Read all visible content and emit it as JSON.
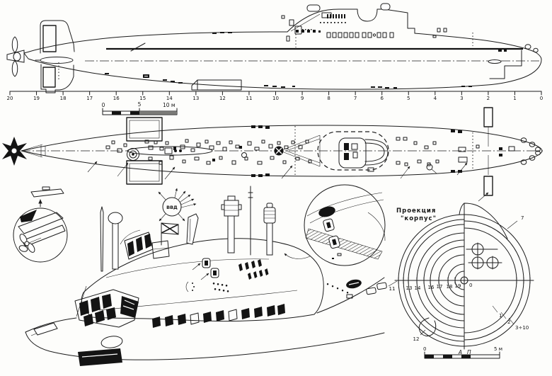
{
  "side_view": {
    "stations": [
      "20",
      "19",
      "18",
      "17",
      "16",
      "15",
      "14",
      "13",
      "12",
      "11",
      "10",
      "9",
      "8",
      "7",
      "6",
      "5",
      "4",
      "3",
      "2",
      "1",
      "0"
    ]
  },
  "scale_bar_main": {
    "zero": "0",
    "five": "5",
    "ten": "10 м"
  },
  "sail_detail": {
    "vvd_label": "ВВД"
  },
  "body_plan": {
    "title_line1": "Проекция",
    "title_line2": "\"корпус\"",
    "label_7": "7",
    "label_0": "0",
    "label_1": "1",
    "label_2": "2",
    "label_3_10": "3÷10",
    "label_12": "12",
    "label_left": "А",
    "label_right": "П",
    "station_labels": [
      "11",
      "13",
      "14",
      "16",
      "17",
      "18",
      "19"
    ],
    "scale": {
      "zero": "0",
      "five": "5 м"
    }
  },
  "colors": {
    "ink": "#1c1c1c",
    "paper": "#fdfdfb"
  }
}
